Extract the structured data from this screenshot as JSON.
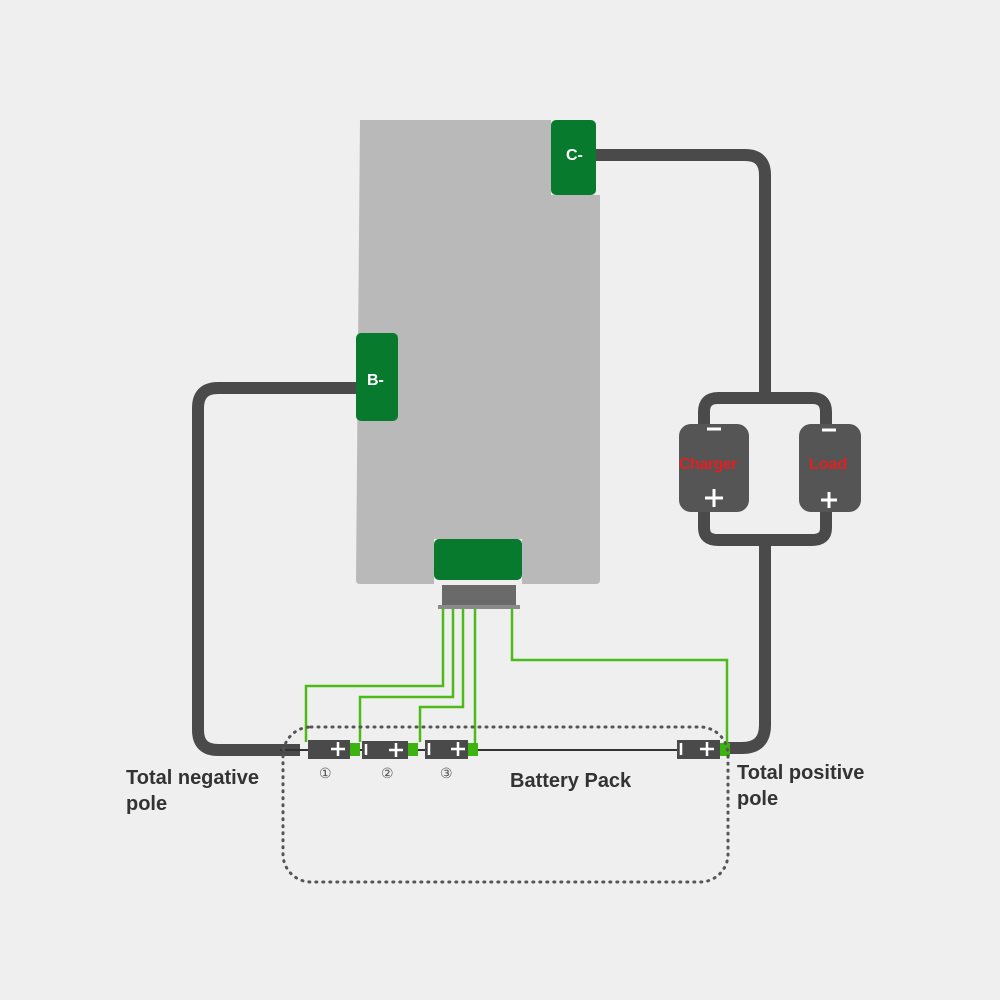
{
  "board": {
    "c_minus": "C-",
    "b_minus": "B-"
  },
  "devices": {
    "charger": "Charger",
    "load": "Load"
  },
  "cells": [
    "①",
    "②",
    "③"
  ],
  "labels": {
    "battery_pack": "Battery Pack",
    "total_negative": "Total negative pole",
    "total_positive": "Total positive pole"
  },
  "colors": {
    "board": "#b9b9b9",
    "terminal": "#087a2e",
    "wire": "#4a4a4a",
    "sense_wire": "#4cbb17",
    "device_text": "#e02020"
  }
}
